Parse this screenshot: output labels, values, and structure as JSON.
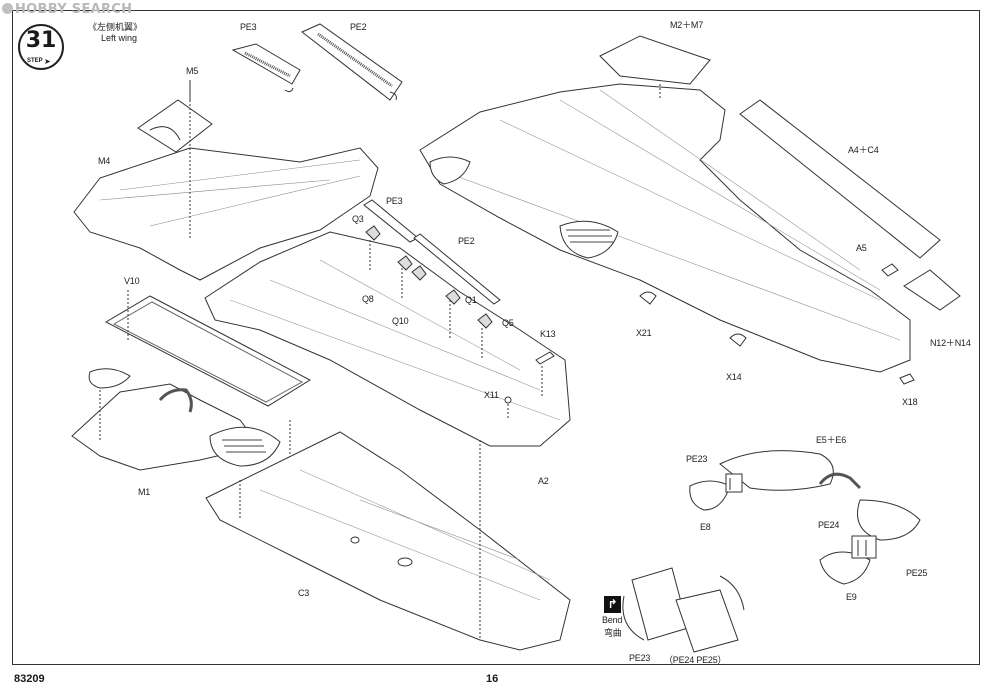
{
  "watermark": "HOBBY SEARCH",
  "step": {
    "number": "31",
    "word": "STEP"
  },
  "title": {
    "cn": "《左侧机翼》",
    "en": "Left wing"
  },
  "parts": {
    "pe3_top": "PE3",
    "pe2_top": "PE2",
    "m5": "M5",
    "m4": "M4",
    "pe3_mid": "PE3",
    "q3": "Q3",
    "pe2_mid": "PE2",
    "q8": "Q8",
    "q1": "Q1",
    "q10": "Q10",
    "q5": "Q5",
    "k13": "K13",
    "x11": "X11",
    "v10": "V10",
    "m1": "M1",
    "a2": "A2",
    "c3": "C3",
    "m2m7": "M2＋M7",
    "a4c4": "A4＋C4",
    "a5": "A5",
    "x21": "X21",
    "n12n14": "N12＋N14",
    "x14": "X14",
    "x18": "X18",
    "pe23_a": "PE23",
    "e5e6": "E5＋E6",
    "e8": "E8",
    "pe24": "PE24",
    "pe25": "PE25",
    "e9": "E9",
    "pe23_b": "PE23",
    "pe24pe25": "（PE24 PE25）"
  },
  "bend": {
    "en": "Bend",
    "cn": "弯曲"
  },
  "footer": {
    "code": "83209",
    "page": "16"
  },
  "icons": [
    "step-badge-icon",
    "bend-icon",
    "rotate-arrow-icon"
  ]
}
